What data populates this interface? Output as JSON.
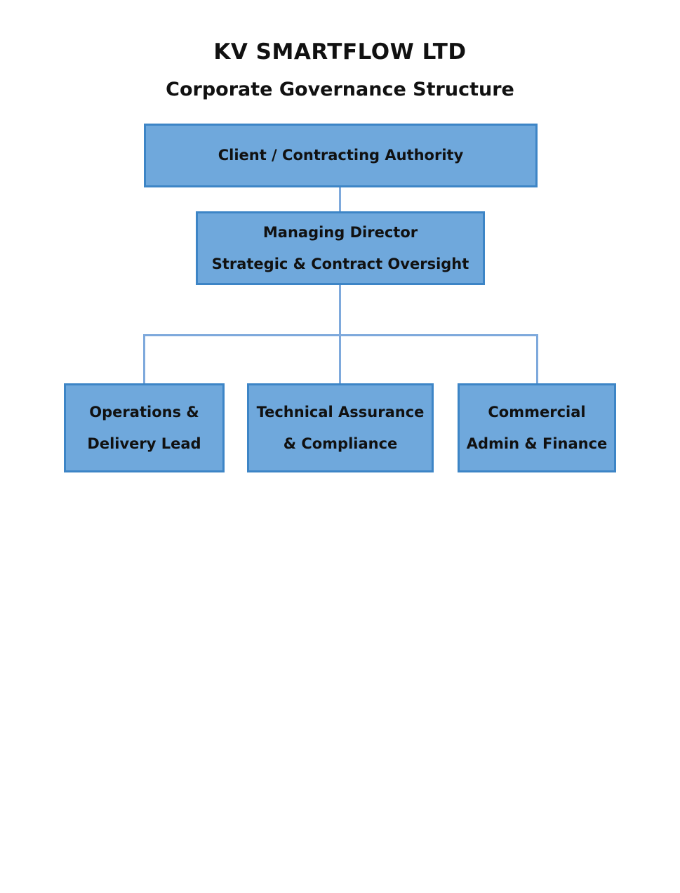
{
  "header": {
    "title": "KV SMARTFLOW LTD",
    "subtitle": "Corporate Governance Structure"
  },
  "org_chart": {
    "type": "organizational-hierarchy",
    "root": {
      "label": "Client / Contracting Authority"
    },
    "director": {
      "line1": "Managing Director",
      "line2": "Strategic & Contract Oversight"
    },
    "departments": [
      {
        "line1": "Operations &",
        "line2": "Delivery Lead"
      },
      {
        "line1": "Technical Assurance",
        "line2": "& Compliance"
      },
      {
        "line1": "Commercial",
        "line2": "Admin & Finance"
      }
    ]
  },
  "colors": {
    "box_fill": "#6fa8dc",
    "box_border": "#3d85c6",
    "connector": "#7ea9dc",
    "text": "#111111",
    "bg": "#ffffff"
  }
}
